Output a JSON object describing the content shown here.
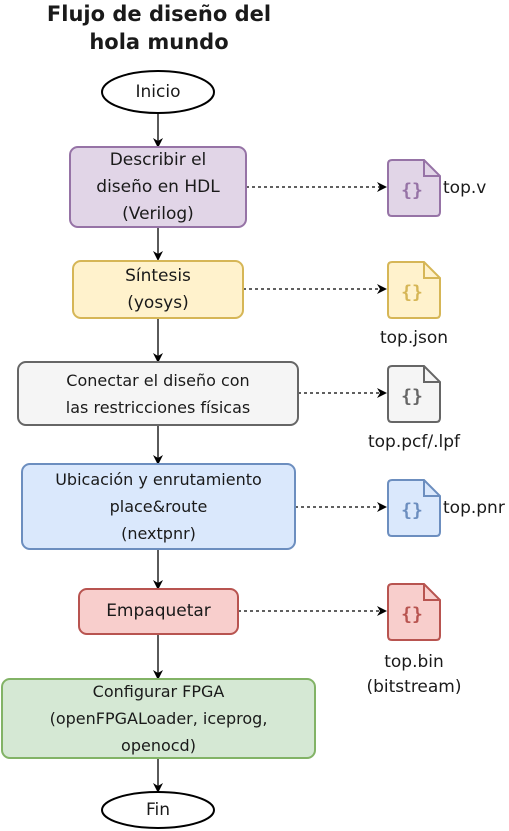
{
  "title": {
    "line1": "Flujo de diseño del",
    "line2": "hola mundo"
  },
  "nodes": {
    "start": "Inicio",
    "describe": "Describir el\ndiseño en HDL\n(Verilog)",
    "synth": "Síntesis\n(yosys)",
    "constraints": "Conectar el diseño con\nlas restricciones físicas",
    "pnr": "Ubicación y enrutamiento\nplace&route\n(nextpnr)",
    "pack": "Empaquetar",
    "config": "Configurar FPGA\n(openFPGALoader, iceprog,\nopenocd)",
    "end": "Fin"
  },
  "files": {
    "verilog": "top.v",
    "json": "top.json",
    "pcf": "top.pcf/.lpf",
    "pnr": "top.pnr",
    "bin": "top.bin\n(bitstream)"
  },
  "colors": {
    "purple_fill": "#e1d5e7",
    "purple_stroke": "#9673a6",
    "yellow_fill": "#fff2cc",
    "yellow_stroke": "#d6b656",
    "gray_fill": "#f5f5f5",
    "gray_stroke": "#666666",
    "blue_fill": "#dae8fc",
    "blue_stroke": "#6c8ebf",
    "red_fill": "#f8cecc",
    "red_stroke": "#b85450",
    "green_fill": "#d5e8d4",
    "green_stroke": "#82b366"
  }
}
